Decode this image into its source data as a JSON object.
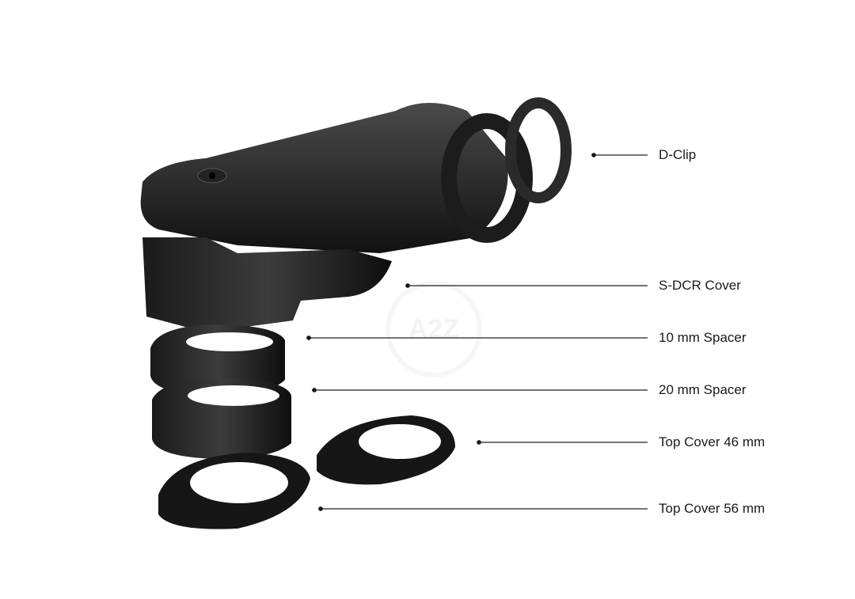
{
  "diagram": {
    "watermark": "A2Z",
    "labels": [
      {
        "id": "d-clip",
        "text": "D-Clip"
      },
      {
        "id": "s-dcr-cover",
        "text": "S-DCR Cover"
      },
      {
        "id": "spacer-10",
        "text": "10 mm Spacer"
      },
      {
        "id": "spacer-20",
        "text": "20 mm Spacer"
      },
      {
        "id": "top-cover-46",
        "text": "Top Cover 46 mm"
      },
      {
        "id": "top-cover-56",
        "text": "Top Cover 56 mm"
      }
    ]
  }
}
